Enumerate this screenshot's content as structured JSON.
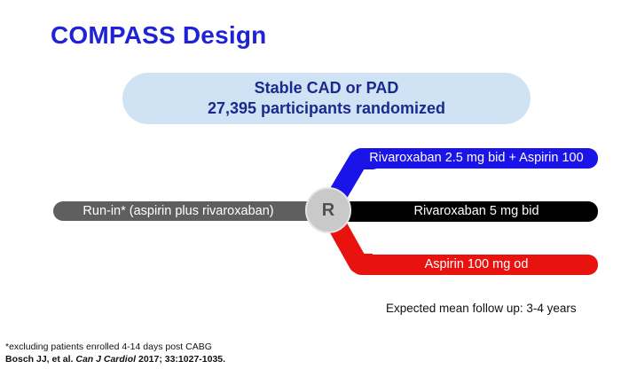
{
  "slide": {
    "title": "COMPASS Design"
  },
  "population": {
    "line1": "Stable CAD or PAD",
    "line2": "27,395 participants randomized"
  },
  "runin": {
    "label": "Run-in* (aspirin plus rivaroxaban)",
    "color": "#5f5f5f"
  },
  "randomization": {
    "label": "R"
  },
  "arms": [
    {
      "label": "Rivaroxaban 2.5 mg bid + Aspirin 100",
      "color": "#1a14e8"
    },
    {
      "label": "Rivaroxaban 5 mg bid",
      "color": "#000000"
    },
    {
      "label": "Aspirin 100 mg od",
      "color": "#e8120f"
    }
  ],
  "followup": {
    "text": "Expected mean follow up: 3-4 years"
  },
  "footnote": {
    "text": "*excluding patients enrolled 4-14 days post CABG"
  },
  "citation": {
    "authors": "Bosch JJ, et al.",
    "journal": "Can J Cardiol",
    "details": "2017; 33:1027-1035."
  }
}
